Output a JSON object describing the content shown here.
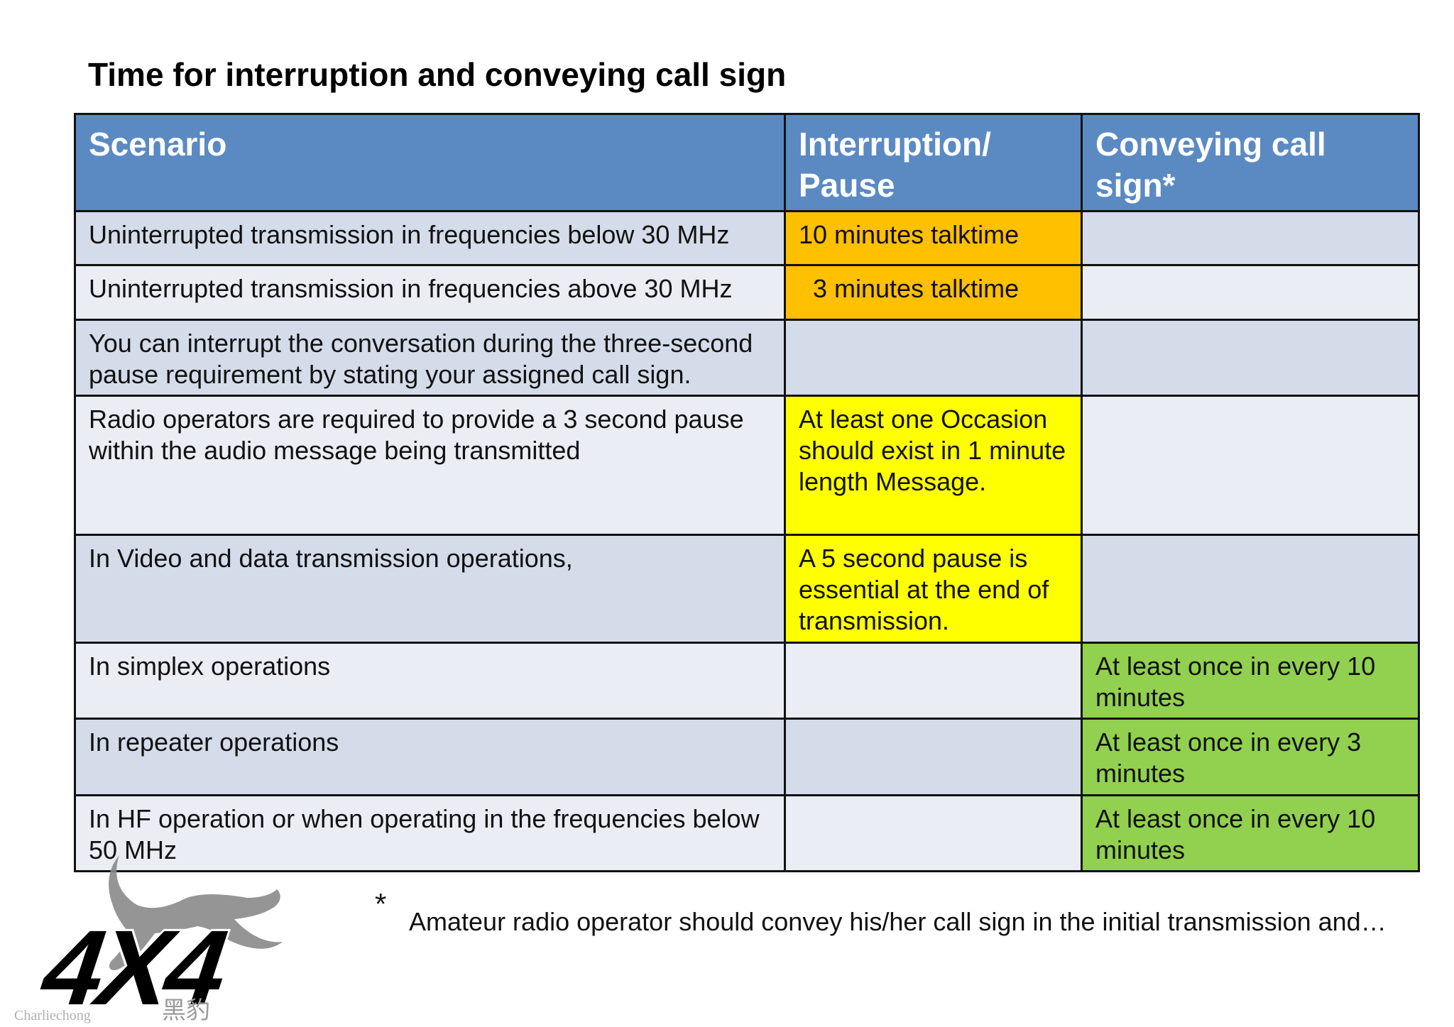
{
  "title": "Time for interruption and conveying call sign",
  "table": {
    "headers": [
      "Scenario",
      "Interruption/ Pause",
      "Conveying call sign*"
    ],
    "rows": [
      {
        "scenario": "Uninterrupted transmission in frequencies below 30 MHz",
        "pause": "10 minutes talktime",
        "call_sign": ""
      },
      {
        "scenario": "Uninterrupted transmission in frequencies above 30 MHz",
        "pause": "3 minutes talktime",
        "call_sign": ""
      },
      {
        "scenario": "You can interrupt the conversation during the three-second pause requirement by stating your assigned call sign.",
        "pause": "",
        "call_sign": ""
      },
      {
        "scenario": "Radio operators are required to provide a 3 second pause within the audio message being transmitted",
        "pause": "At least one Occasion should exist in 1 minute length Message.",
        "call_sign": ""
      },
      {
        "scenario": "In Video and data transmission operations,",
        "pause": "A 5 second pause is essential at the end of transmission.",
        "call_sign": ""
      },
      {
        "scenario": "In simplex operations",
        "pause": "",
        "call_sign": "At least once in every 10 minutes"
      },
      {
        "scenario": "In repeater operations",
        "pause": "",
        "call_sign": "At least once in every 3 minutes"
      },
      {
        "scenario": "In HF operation or when operating in the frequencies below 50 MHz",
        "pause": "",
        "call_sign": "At least once in every 10 minutes"
      }
    ]
  },
  "footnote": {
    "marker": "*",
    "text": "Amateur radio operator should convey his/her call sign in the initial transmission and…"
  },
  "logo": {
    "text": "4X4",
    "chinese": "黑豹",
    "watermark": "Charliechong"
  },
  "colors": {
    "header": "#5b8ac3",
    "row_dark": "#d4dcea",
    "row_light": "#eaedf4",
    "orange": "#ffc000",
    "yellow": "#ffff00",
    "green": "#92d050"
  }
}
